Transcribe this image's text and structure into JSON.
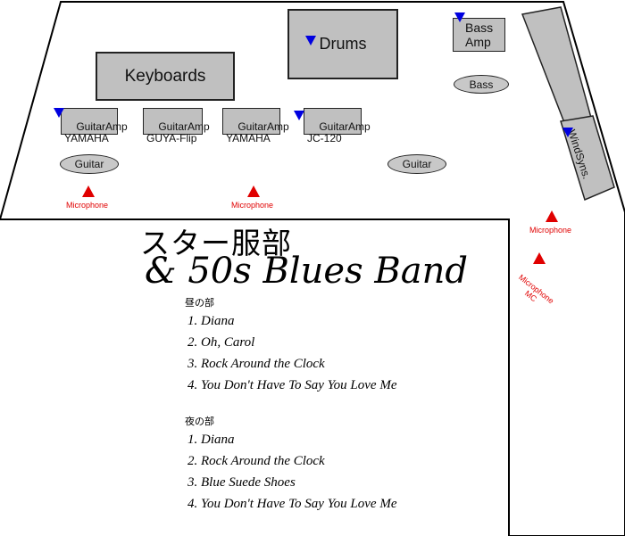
{
  "stage": {
    "keyboards": "Keyboards",
    "drums": "Drums",
    "bass_amp": "Bass\nAmp",
    "bass": "Bass",
    "amps": [
      {
        "label": "GuitarAmp\nYAMAHA"
      },
      {
        "label": "GuitarAmp\nGUYA-Flip"
      },
      {
        "label": "GuitarAmp\nYAMAHA"
      },
      {
        "label": "GuitarAmp\nJC-120"
      }
    ],
    "guitar_left": "Guitar",
    "guitar_right": "Guitar",
    "windsyns": "WindSyns.",
    "mic_label": "Microphone",
    "mic_mc_label": "Microphone\nMC"
  },
  "band": {
    "name_jp": "スター服部",
    "name_en": "& 50s Blues Band"
  },
  "setlist": {
    "day_title": "昼の部",
    "day": [
      "1. Diana",
      "2. Oh, Carol",
      "3. Rock Around the Clock",
      "4. You Don't Have To Say You Love Me"
    ],
    "night_title": "夜の部",
    "night": [
      "1. Diana",
      "2. Rock Around the Clock",
      "3. Blue Suede Shoes",
      "4. You Don't Have To Say You Love Me"
    ]
  },
  "colors": {
    "amp_marker": "#0000e0",
    "mic_marker": "#e00000",
    "equipment": "#c0c0c0"
  }
}
